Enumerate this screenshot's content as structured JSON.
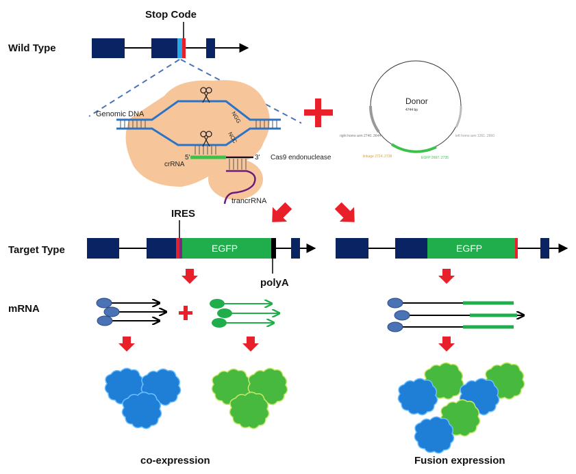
{
  "labels": {
    "stop_code": "Stop Code",
    "wild_type": "Wild Type",
    "target_type": "Target Type",
    "mrna": "mRNA",
    "ires": "IRES",
    "polya": "polyA",
    "egfp_left": "EGFP",
    "egfp_right": "EGFP",
    "co_expression": "co-expression",
    "fusion_expression": "Fusion expression"
  },
  "crispr": {
    "genomic_dna": "Genomic DNA",
    "crrna": "crRNA",
    "trancrrna": "trancrRNA",
    "cas9": "Cas9 endonuclease",
    "five_prime": "5'",
    "three_prime": "3'",
    "ngg": "NGG",
    "ncc": "NCC"
  },
  "donor": {
    "title": "Donor",
    "size": "4744 bp",
    "right_arm": "right homo arm 2740..3644",
    "left_arm": "left homo arm 1261..2660",
    "linkage": "linkage 2724..2738",
    "egfp": "EGFP 2667..2735"
  },
  "colors": {
    "exon": "#0a2463",
    "egfp": "#1fae4b",
    "stop": "#e8202a",
    "arrow": "#e8202a",
    "protein_blue": "#1f7fd6",
    "protein_green": "#47b93f",
    "cas9": "#f6c59a",
    "dna": "#2a73c7",
    "mrna_cap": "#4a73b5"
  }
}
